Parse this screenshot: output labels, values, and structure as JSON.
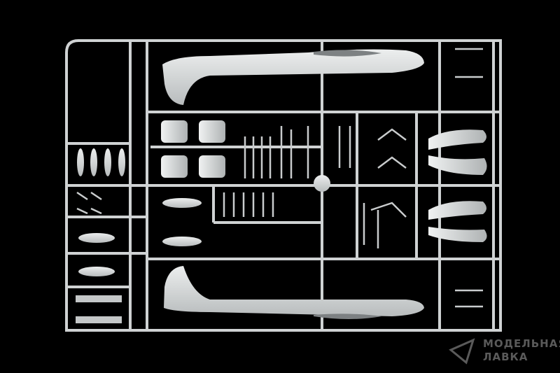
{
  "image": {
    "subject": "model-kit-sprue",
    "colors": {
      "background": "#000000",
      "plastic": "#d9dcdc",
      "plastic_shadow": "#9ea2a3",
      "watermark": "#5a5a5a"
    }
  },
  "watermark": {
    "line1": "МОДЕЛЬНАЯ",
    "line2": "ЛАВКА"
  }
}
